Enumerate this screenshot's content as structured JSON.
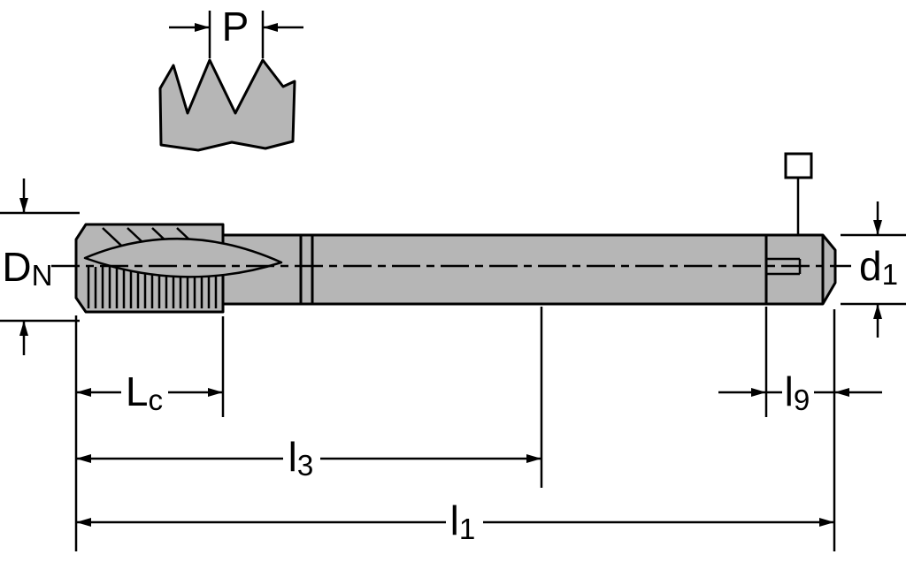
{
  "labels": {
    "pitch": {
      "main": "P",
      "sub": ""
    },
    "nominal_diameter": {
      "main": "D",
      "sub": "N"
    },
    "shank_diameter": {
      "main": "d",
      "sub": "1"
    },
    "chamfer_length": {
      "main": "L",
      "sub": "c"
    },
    "thread_length": {
      "main": "l",
      "sub": "3"
    },
    "overall_length": {
      "main": "l",
      "sub": "1"
    },
    "square_length": {
      "main": "l",
      "sub": "9"
    }
  },
  "icons": {
    "square_drive": "□"
  },
  "colors": {
    "background": "#ffffff",
    "body_fill": "#b6b6b6",
    "line": "#000000"
  }
}
